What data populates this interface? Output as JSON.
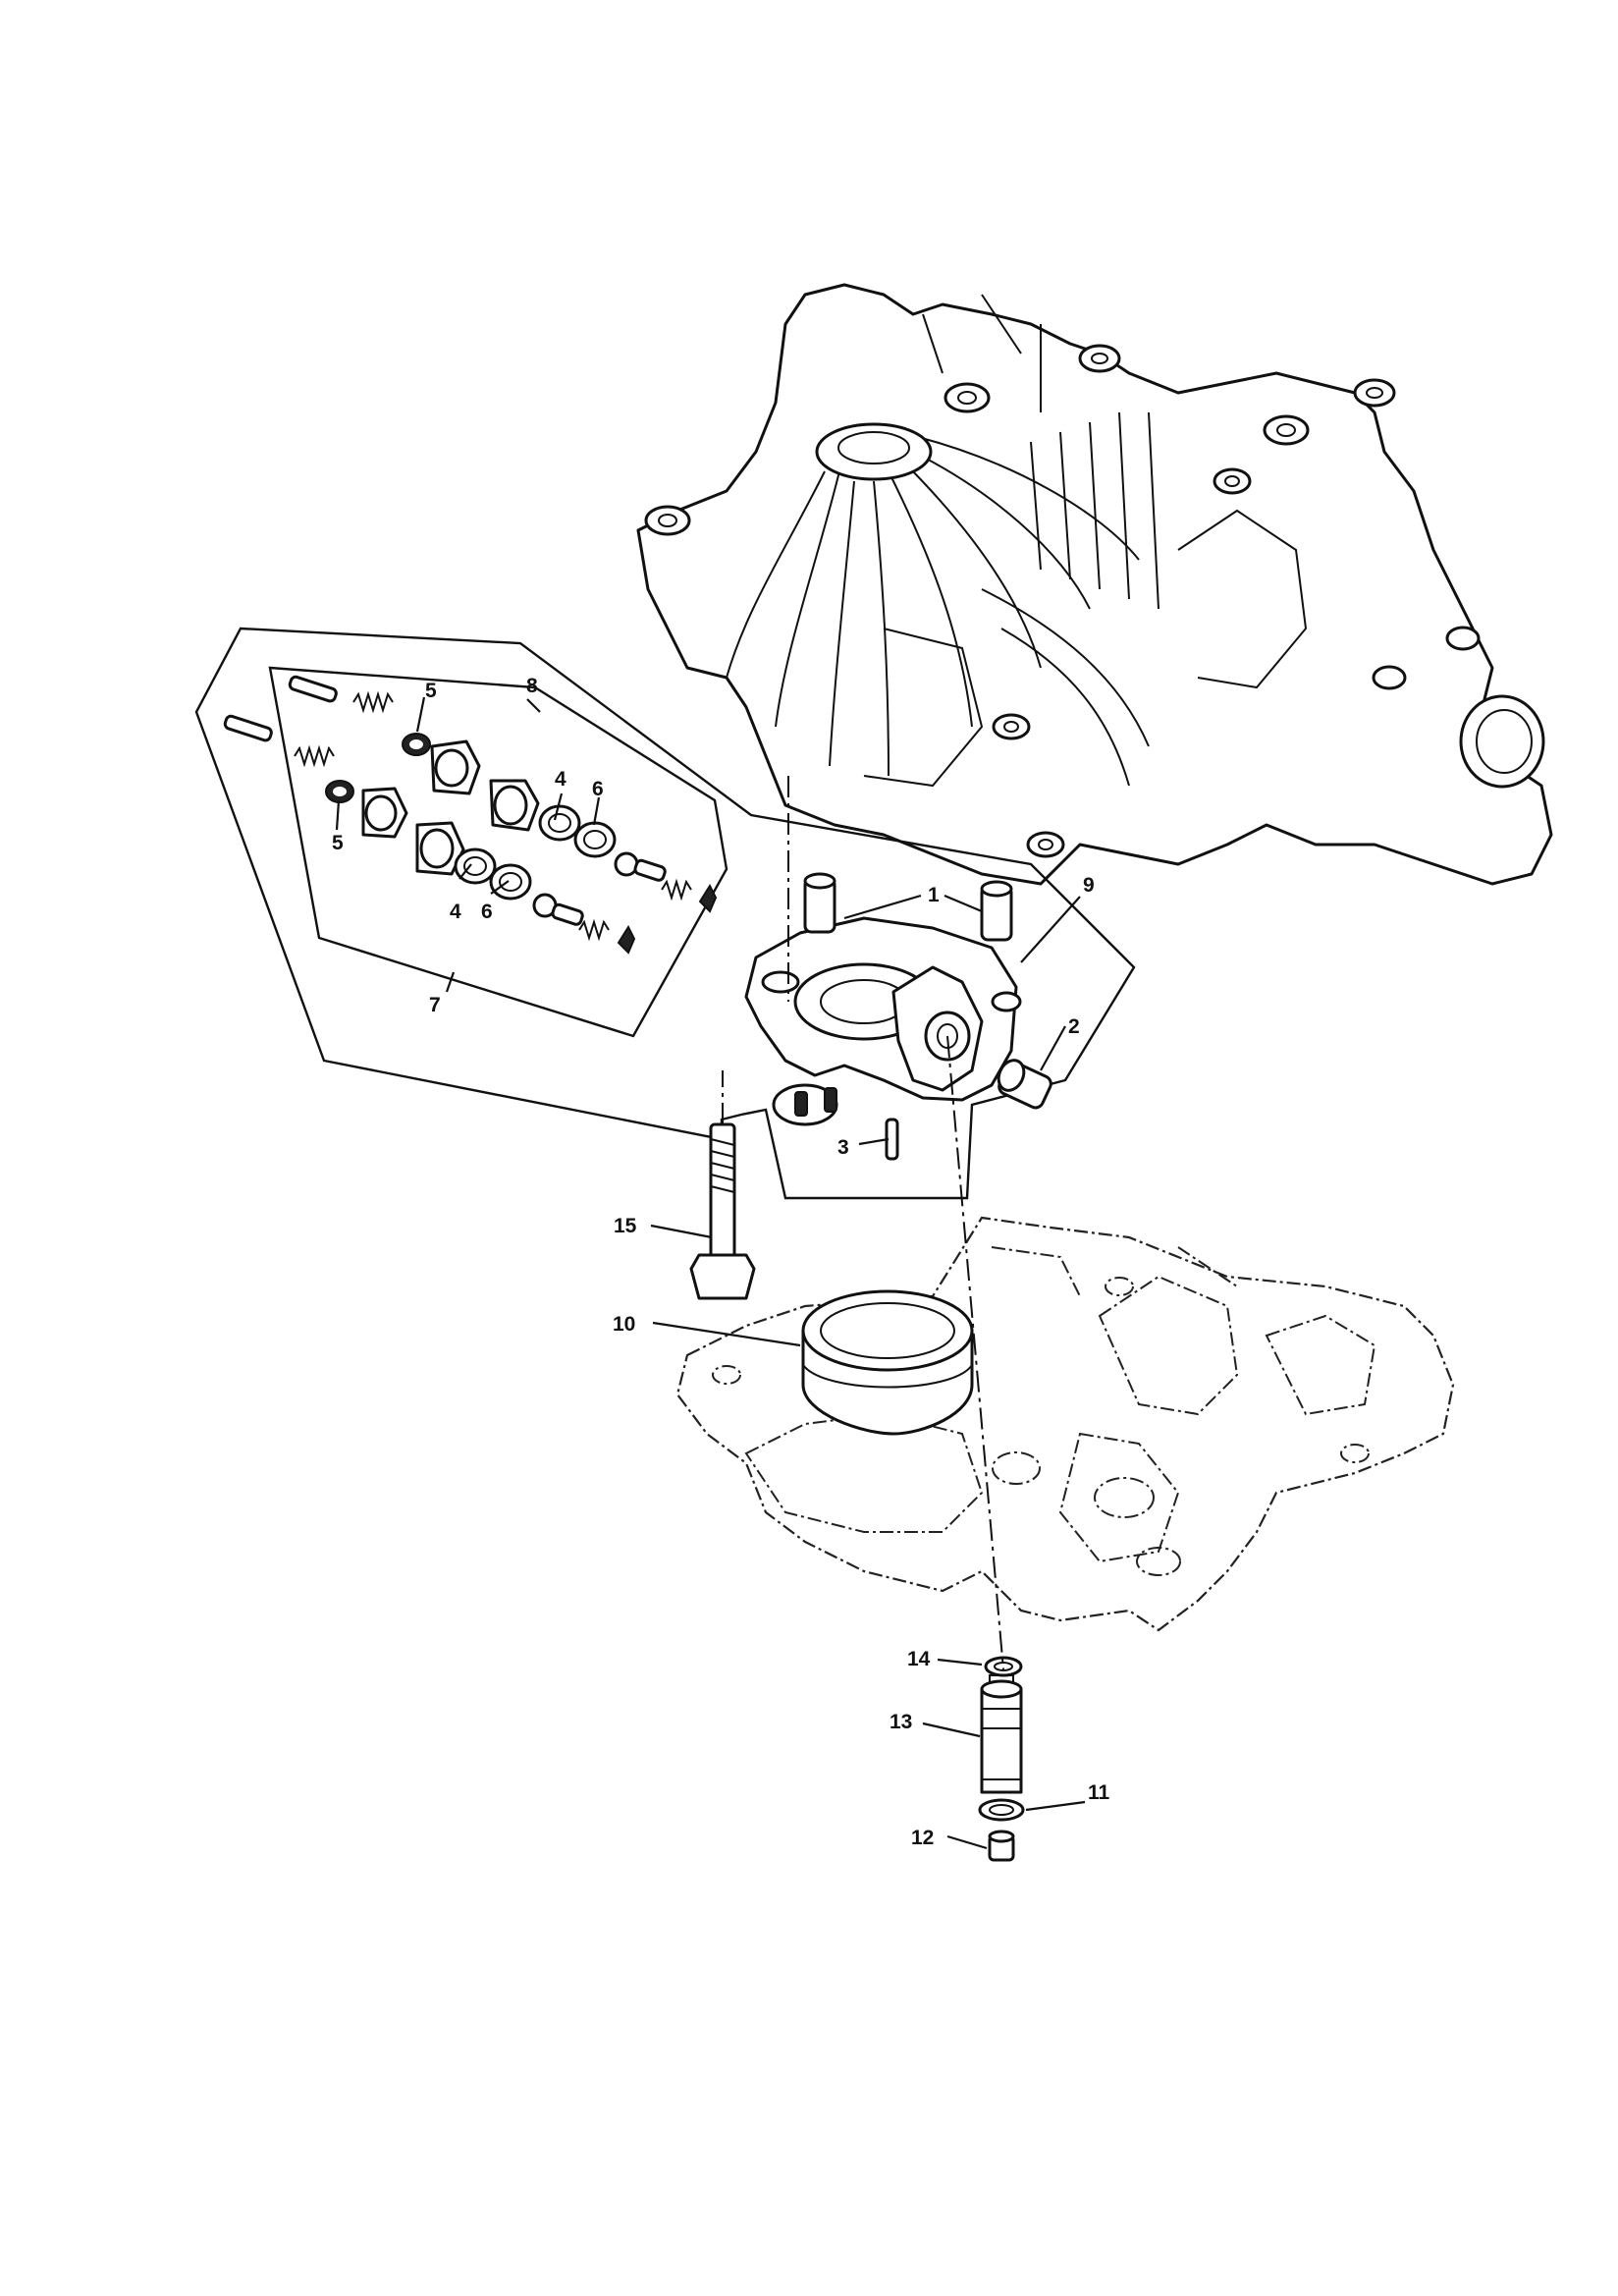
{
  "callouts": [
    {
      "id": "c1",
      "label": "1"
    },
    {
      "id": "c2",
      "label": "2"
    },
    {
      "id": "c3",
      "label": "3"
    },
    {
      "id": "c4a",
      "label": "4"
    },
    {
      "id": "c4b",
      "label": "4"
    },
    {
      "id": "c5a",
      "label": "5"
    },
    {
      "id": "c5b",
      "label": "5"
    },
    {
      "id": "c6a",
      "label": "6"
    },
    {
      "id": "c6b",
      "label": "6"
    },
    {
      "id": "c7",
      "label": "7"
    },
    {
      "id": "c8",
      "label": "8"
    },
    {
      "id": "c9",
      "label": "9"
    },
    {
      "id": "c10",
      "label": "10"
    },
    {
      "id": "c11",
      "label": "11"
    },
    {
      "id": "c12",
      "label": "12"
    },
    {
      "id": "c13",
      "label": "13"
    },
    {
      "id": "c14",
      "label": "14"
    },
    {
      "id": "c15",
      "label": "15"
    }
  ]
}
